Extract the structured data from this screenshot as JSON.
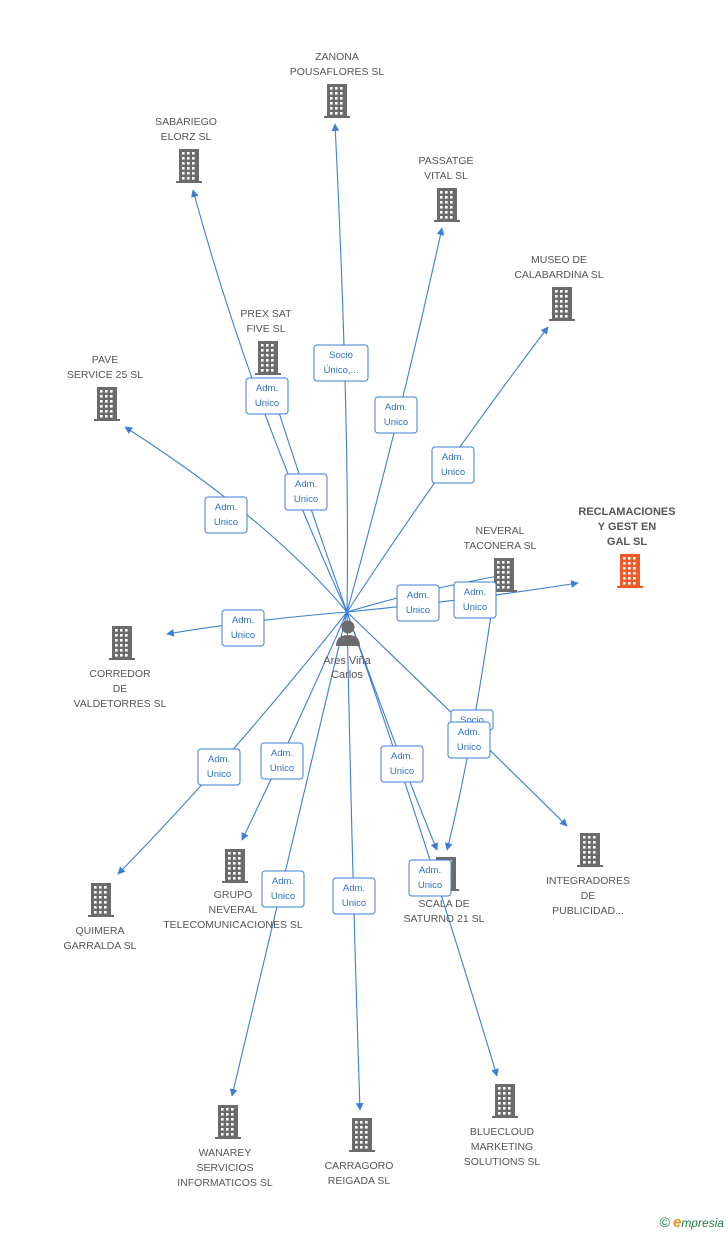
{
  "colors": {
    "edge": "#3a7fd6",
    "building": "#6b6b6b",
    "highlight": "#f05a28",
    "label": "#555555"
  },
  "center": {
    "name_line1": "Ares Viña",
    "name_line2": "Carlos",
    "icon": "person-icon"
  },
  "nodes": [
    {
      "id": "zanona",
      "lines": [
        "ZANONA",
        "POUSAFLORES SL"
      ],
      "highlight": false
    },
    {
      "id": "sabariego",
      "lines": [
        "SABARIEGO",
        "ELORZ SL"
      ],
      "highlight": false
    },
    {
      "id": "passatge",
      "lines": [
        "PASSATGE",
        "VITAL SL"
      ],
      "highlight": false
    },
    {
      "id": "museo",
      "lines": [
        "MUSEO DE",
        "CALABARDINA SL"
      ],
      "highlight": false
    },
    {
      "id": "prexsat",
      "lines": [
        "PREX SAT",
        "FIVE SL"
      ],
      "highlight": false
    },
    {
      "id": "pave",
      "lines": [
        "PAVE",
        "SERVICE 25 SL"
      ],
      "highlight": false
    },
    {
      "id": "reclamaciones",
      "lines": [
        "RECLAMACIONES",
        "Y GEST EN",
        "GAL  SL"
      ],
      "highlight": true
    },
    {
      "id": "neveral",
      "lines": [
        "NEVERAL",
        "TACONERA SL"
      ],
      "highlight": false
    },
    {
      "id": "corredor",
      "lines": [
        "CORREDOR",
        "DE",
        "VALDETORRES SL"
      ],
      "highlight": false
    },
    {
      "id": "quimera",
      "lines": [
        "QUIMERA",
        "GARRALDA SL"
      ],
      "highlight": false
    },
    {
      "id": "gruponeveral",
      "lines": [
        "GRUPO",
        "NEVERAL",
        "TELECOMUNICACIONES SL"
      ],
      "highlight": false
    },
    {
      "id": "scala",
      "lines": [
        "SCALA DE",
        "SATURNO 21 SL"
      ],
      "highlight": false
    },
    {
      "id": "integradores",
      "lines": [
        "INTEGRADORES",
        "DE",
        "PUBLICIDAD..."
      ],
      "highlight": false
    },
    {
      "id": "wanarey",
      "lines": [
        "WANAREY",
        "SERVICIOS",
        "INFORMATICOS SL"
      ],
      "highlight": false
    },
    {
      "id": "carragoro",
      "lines": [
        "CARRAGORO",
        "REIGADA SL"
      ],
      "highlight": false
    },
    {
      "id": "bluecloud",
      "lines": [
        "BLUECLOUD",
        "MARKETING",
        "SOLUTIONS SL"
      ],
      "highlight": false
    }
  ],
  "edges": [
    {
      "from": "center",
      "to": "zanona",
      "label": [
        "Socio",
        "Único,..."
      ]
    },
    {
      "from": "center",
      "to": "sabariego",
      "label": [
        "Adm.",
        "Unico"
      ]
    },
    {
      "from": "center",
      "to": "passatge",
      "label": [
        "Adm.",
        "Unico"
      ]
    },
    {
      "from": "center",
      "to": "museo",
      "label": [
        "Adm.",
        "Unico"
      ]
    },
    {
      "from": "center",
      "to": "prexsat",
      "label": [
        "Adm.",
        "Unico"
      ]
    },
    {
      "from": "center",
      "to": "pave",
      "label": [
        "Adm.",
        "Unico"
      ]
    },
    {
      "from": "center",
      "to": "reclamaciones",
      "label": [
        "Adm.",
        "Unico"
      ]
    },
    {
      "from": "center",
      "to": "neveral",
      "label": [
        "Adm.",
        "Unico"
      ]
    },
    {
      "from": "center",
      "to": "corredor",
      "label": [
        "Adm.",
        "Unico"
      ]
    },
    {
      "from": "center",
      "to": "quimera",
      "label": [
        "Adm.",
        "Unico"
      ]
    },
    {
      "from": "center",
      "to": "gruponeveral",
      "label": [
        "Adm.",
        "Unico"
      ]
    },
    {
      "from": "center",
      "to": "scala",
      "label": [
        "Adm.",
        "Unico"
      ]
    },
    {
      "from": "neveral",
      "to": "scala",
      "label": [
        "Socio"
      ]
    },
    {
      "from": "center",
      "to": "integradores",
      "label": [
        "Adm.",
        "Unico"
      ]
    },
    {
      "from": "center",
      "to": "wanarey",
      "label": [
        "Adm.",
        "Unico"
      ]
    },
    {
      "from": "center",
      "to": "carragoro",
      "label": [
        "Adm.",
        "Unico"
      ]
    },
    {
      "from": "center",
      "to": "bluecloud",
      "label": [
        "Adm.",
        "Unico"
      ]
    }
  ],
  "footer": {
    "copyright": "©",
    "brand_initial": "e",
    "brand_rest": "mpresia"
  }
}
